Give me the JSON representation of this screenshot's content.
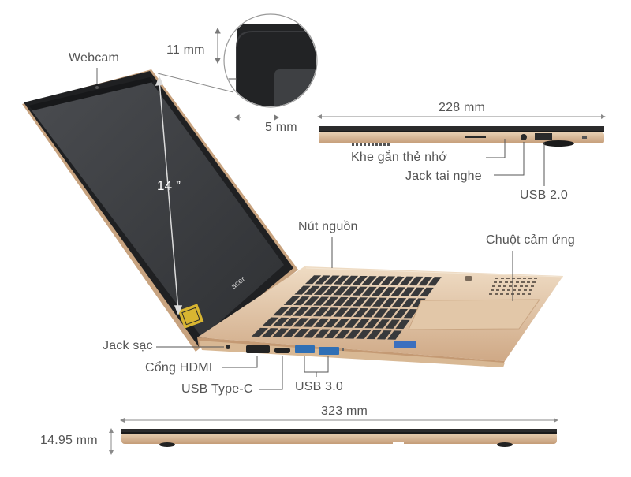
{
  "labels": {
    "webcam": "Webcam",
    "bezel_height": "11 mm",
    "bezel_width": "5 mm",
    "screen_size": "14 ”",
    "depth": "228 mm",
    "card_slot": "Khe gắn thẻ nhớ",
    "headphone_jack": "Jack tai nghe",
    "usb2": "USB 2.0",
    "power_button": "Nút nguồn",
    "touchpad": "Chuột cảm ứng",
    "charging_jack": "Jack sạc",
    "hdmi_port": "Cổng HDMI",
    "usb_type_c": "USB Type-C",
    "usb3": "USB 3.0",
    "width": "323 mm",
    "thickness": "14.95 mm"
  },
  "logo": {
    "brand": "acer"
  },
  "colors": {
    "chassis_gold": "#d9b894",
    "chassis_light": "#ead7c0",
    "screen_dark": "#3b3d40",
    "bezel_black": "#1e1f21",
    "key_dark": "#3a3a3c",
    "usb3_blue": "#2f6fb5",
    "leader_line": "#555555"
  },
  "icons": [
    "magnifier-circle",
    "dimension-arrows",
    "keyboard",
    "touchpad",
    "ports"
  ]
}
